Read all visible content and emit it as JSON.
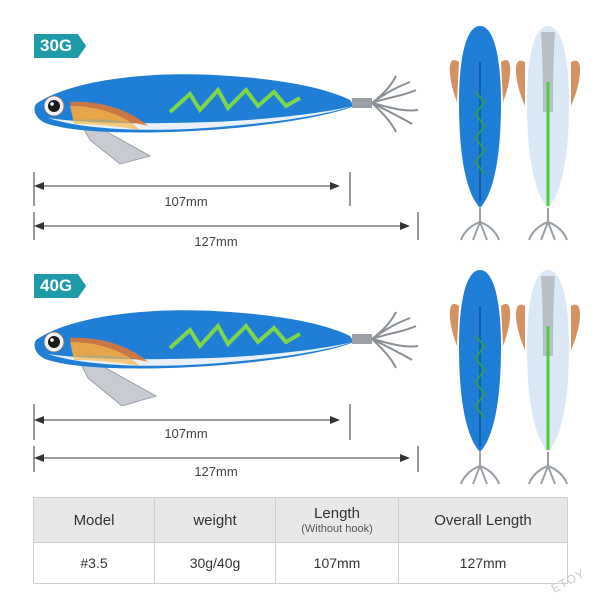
{
  "variants": [
    {
      "tag": "30G",
      "body_length": "107mm",
      "overall_length": "127mm"
    },
    {
      "tag": "40G",
      "body_length": "107mm",
      "overall_length": "127mm"
    }
  ],
  "colors": {
    "tag_bg": "#1e9ba8",
    "lure_blue": "#1f7fd6",
    "lure_belly": "#e9f2fb",
    "zigzag": "#7bd64a",
    "hook": "#8a8f96",
    "table_header_bg": "#e8e8e8"
  },
  "spec_table": {
    "headers": {
      "model": "Model",
      "weight": "weight",
      "length": "Length",
      "length_note": "(Without hook)",
      "overall": "Overall Length"
    },
    "row": {
      "model": "#3.5",
      "weight": "30g/40g",
      "length": "107mm",
      "overall": "127mm"
    }
  },
  "watermark": "ETOY",
  "icons": [
    "squid-jig-lure-side",
    "squid-jig-lure-top",
    "squid-jig-lure-bottom",
    "dimension-arrow"
  ]
}
